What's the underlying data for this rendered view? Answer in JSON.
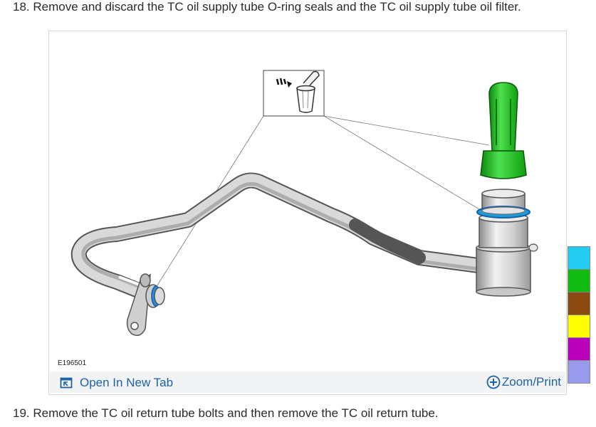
{
  "steps": {
    "step18": "18. Remove and discard the TC oil supply tube O-ring seals and the TC oil supply tube oil filter.",
    "step19": "19. Remove the TC oil return tube bolts and then remove the TC oil return tube."
  },
  "figure": {
    "id": "E196501",
    "open_in_new_tab_label": "Open In New Tab",
    "zoom_print_label": "Zoom/Print"
  },
  "swatches": [
    "#22ccf2",
    "#11bb11",
    "#8b4a12",
    "#ffff00",
    "#bb00bb",
    "#9999ee"
  ],
  "icons": {
    "open_tab": "open-new-tab-icon",
    "zoom": "plus-circle-icon",
    "discard": "trash-can-icon",
    "arrow": "arrow-icon"
  }
}
